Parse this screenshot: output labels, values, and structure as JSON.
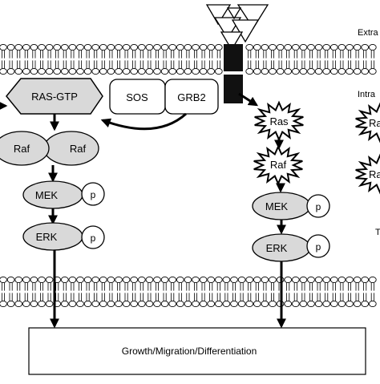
{
  "labels": {
    "extracellular": "Extra",
    "intracellular": "Intra",
    "ras_gtp": "RAS-GTP",
    "sos": "SOS",
    "grb2": "GRB2",
    "raf": "Raf",
    "mek": "MEK",
    "erk": "ERK",
    "p": "p",
    "ras": "Ras",
    "ras_partial": "Ra",
    "ras_partial2": "Ra",
    "outcome": "Growth/Migration/Differentiation",
    "right_edge": "T"
  },
  "colors": {
    "fill_gray": "#d9d9d9",
    "stroke": "#000000",
    "receptor": "#111111"
  }
}
